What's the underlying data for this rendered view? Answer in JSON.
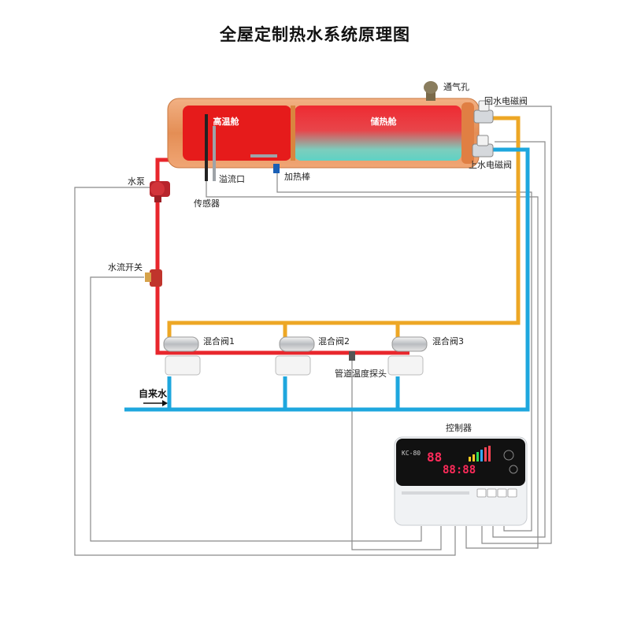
{
  "title": "全屋定制热水系统原理图",
  "colors": {
    "hot_pipe": "#e8262c",
    "warm_pipe": "#eda725",
    "cold_pipe": "#1ea7de",
    "wire": "#8a8a8a",
    "tank_shell": "#e79a63",
    "tank_hot": "#e61b1b",
    "tank_storage_top": "#ee2b32",
    "tank_storage_bottom": "#5fd2c4",
    "controller_panel": "#111111"
  },
  "tank": {
    "hot_chamber_label": "高温舱",
    "storage_chamber_label": "储热舱"
  },
  "labels": {
    "vent": "通气孔",
    "return_valve": "回水电磁阀",
    "supply_valve": "上水电磁阀",
    "overflow": "溢流口",
    "heater": "加热棒",
    "sensor": "传感器",
    "pump": "水泵",
    "flow_switch": "水流开关",
    "mixer1": "混合阀1",
    "mixer2": "混合阀2",
    "mixer3": "混合阀3",
    "pipe_probe": "管道温度探头",
    "tap_water": "自来水",
    "controller": "控制器"
  },
  "controller": {
    "model": "KC-80",
    "lcd_digits_left": "88",
    "lcd_digits_bottom": "88:88"
  }
}
